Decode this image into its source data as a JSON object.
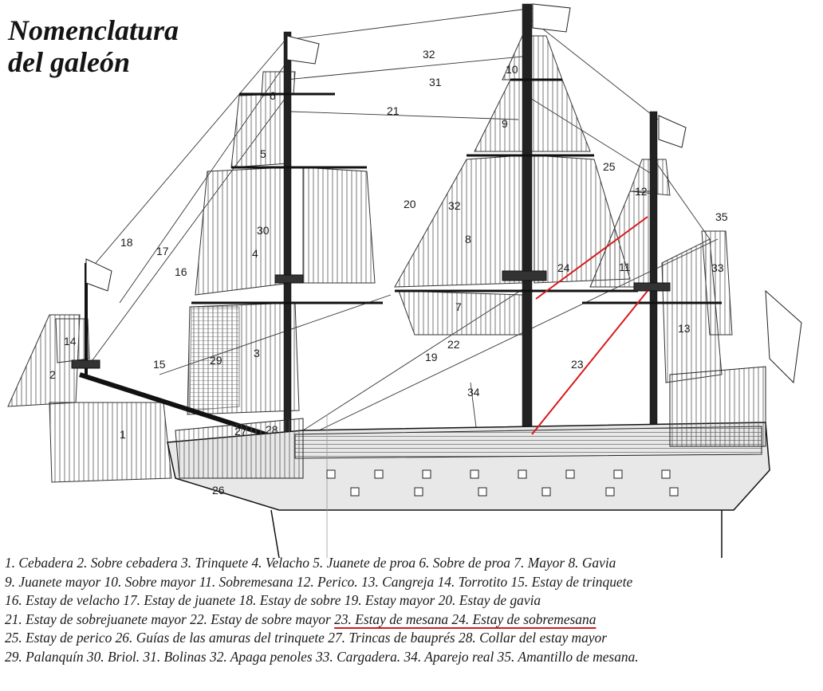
{
  "title": {
    "line1": "Nomenclatura",
    "line2": "del galeón"
  },
  "labels": [
    "1",
    "2",
    "3",
    "4",
    "5",
    "6",
    "7",
    "8",
    "9",
    "10",
    "11",
    "12",
    "13",
    "14",
    "15",
    "16",
    "17",
    "18",
    "19",
    "20",
    "21",
    "22",
    "23",
    "24",
    "25",
    "26",
    "27",
    "28",
    "29",
    "30",
    "31",
    "32",
    "32",
    "33",
    "34",
    "35"
  ],
  "legend": [
    "1. Cebadera  2. Sobre cebadera  3. Trinquete  4. Velacho  5. Juanete de proa  6. Sobre de proa  7. Mayor  8. Gavia",
    "9. Juanete mayor 10. Sobre mayor  11. Sobremesana  12. Perico.  13. Cangreja  14. Torrotito 15. Estay de trinquete",
    "16. Estay de velacho  17. Estay de juanete  18. Estay de sobre  19. Estay mayor  20. Estay de gavia",
    "21. Estay de sobrejuanete mayor  22. Estay de sobre mayor  ",
    "25. Estay de perico  26. Guías de las amuras del trinquete  27. Trincas de bauprés  28. Collar del estay mayor",
    "29. Palanquín  30. Briol.  31. Bolinas  32. Apaga penoles  33. Cargadera.  34. Aparejo real  35. Amantillo de mesana."
  ],
  "legend_highlight": "23. Estay de mesana  24. Estay de sobremesana",
  "highlight_color": "#d61a1a"
}
